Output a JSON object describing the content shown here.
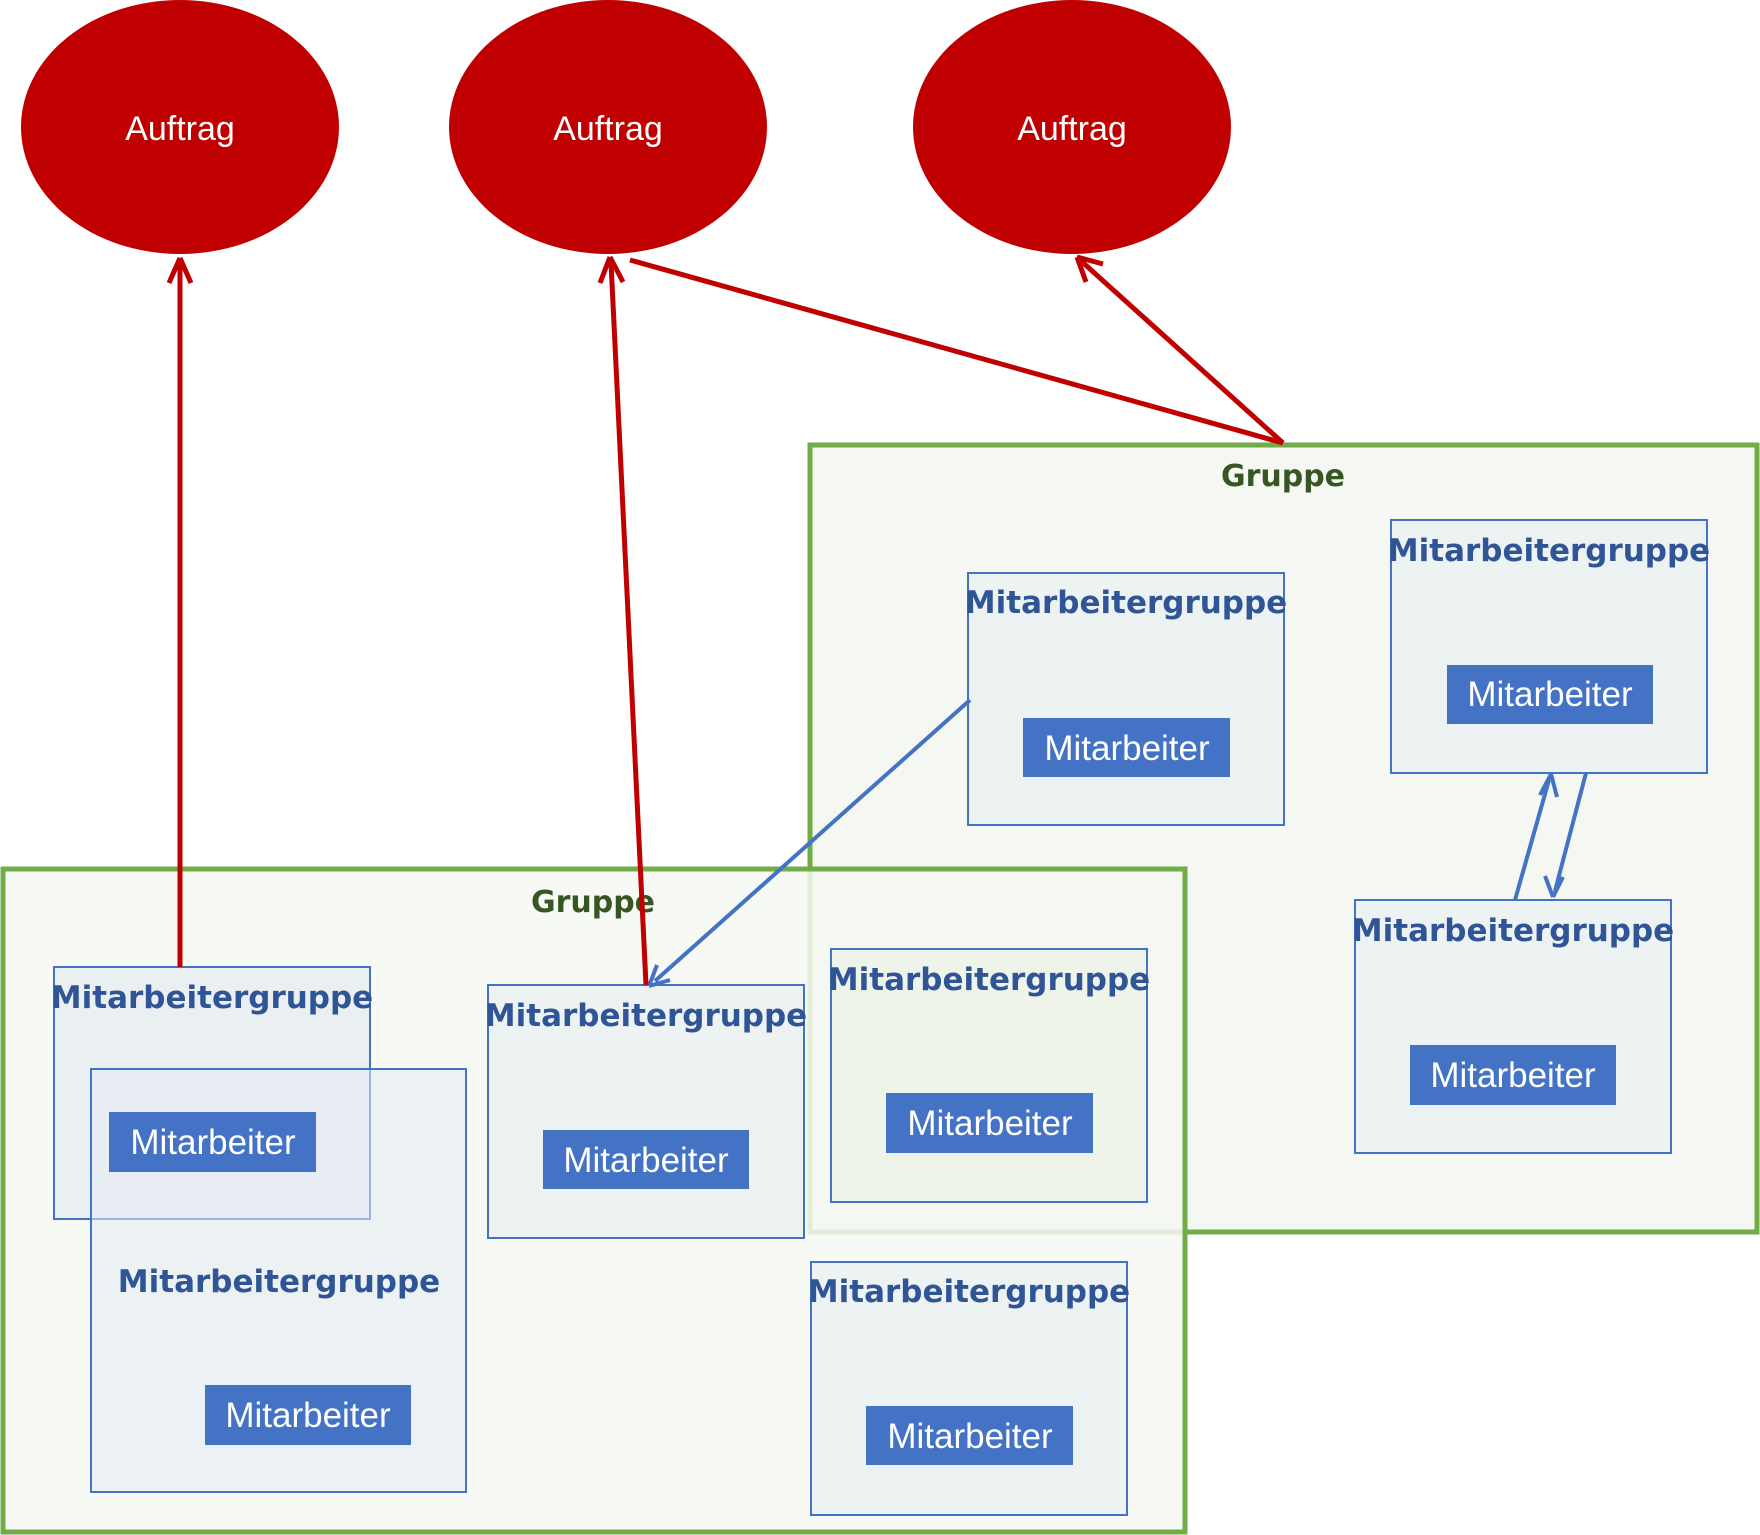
{
  "colors": {
    "auftrag_fill": "#c00000",
    "gruppe_border": "#70ad47",
    "gruppe_label": "#375623",
    "mitarbeitergruppe_border": "#4472c4",
    "mitarbeitergruppe_label": "#2f5597",
    "mitarbeiter_fill": "#4472c4",
    "red_connector": "#c00000",
    "blue_connector": "#4472c4"
  },
  "auftraege": [
    {
      "label": "Auftrag"
    },
    {
      "label": "Auftrag"
    },
    {
      "label": "Auftrag"
    }
  ],
  "gruppen": [
    {
      "label": "Gruppe"
    },
    {
      "label": "Gruppe"
    }
  ],
  "mitarbeitergruppen": [
    {
      "label": "Mitarbeitergruppe",
      "member": "Mitarbeiter"
    },
    {
      "label": "Mitarbeitergruppe",
      "member": "Mitarbeiter"
    },
    {
      "label": "Mitarbeitergruppe",
      "member": "Mitarbeiter"
    },
    {
      "label": "Mitarbeitergruppe",
      "member": "Mitarbeiter"
    },
    {
      "label": "Mitarbeitergruppe",
      "member": "Mitarbeiter"
    },
    {
      "label": "Mitarbeitergruppe",
      "member": "Mitarbeiter"
    },
    {
      "label": "Mitarbeitergruppe",
      "member": "Mitarbeiter"
    },
    {
      "label": "Mitarbeitergruppe",
      "member": "Mitarbeiter"
    }
  ]
}
